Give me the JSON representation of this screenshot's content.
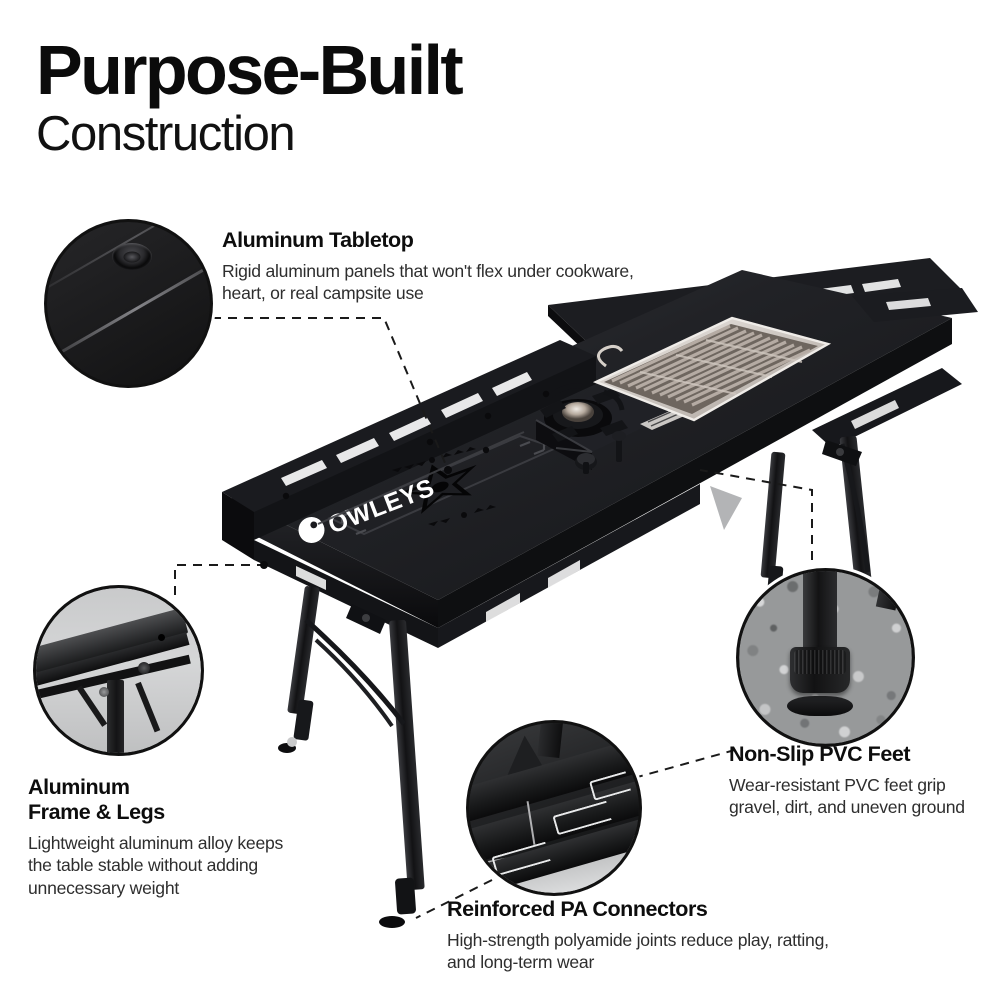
{
  "heading": {
    "title": "Purpose-Built",
    "subtitle": "Construction"
  },
  "brand": {
    "name": "OWLEYS",
    "logo_icon": "owl-mark-icon"
  },
  "colors": {
    "background": "#ffffff",
    "text_primary": "#0d0d0d",
    "text_body": "#2e2e2e",
    "product_black": "#16171a",
    "gravel_gray": "#97999a",
    "steel_grate": "#c9bfb8",
    "leader_line": "#1a1a1a"
  },
  "callouts": [
    {
      "id": "tabletop",
      "title": "Aluminum Tabletop",
      "body": "Rigid aluminum panels that won't flex under cookware, heart, or real campsite use",
      "detail_icon": "tabletop-grommet-detail"
    },
    {
      "id": "frame",
      "title": "Aluminum\nFrame & Legs",
      "title_line1": "Aluminum",
      "title_line2": "Frame & Legs",
      "body": "Lightweight aluminum alloy keeps the table stable without adding unnecessary weight",
      "detail_icon": "frame-leg-joint-detail"
    },
    {
      "id": "pvc_feet",
      "title": "Non-Slip PVC Feet",
      "body": "Wear-resistant PVC feet grip gravel, dirt, and uneven ground",
      "detail_icon": "pvc-foot-on-gravel-detail"
    },
    {
      "id": "pa_connectors",
      "title": "Reinforced PA Connectors",
      "body": "High-strength polyamide joints reduce play, ratting, and long-term wear",
      "detail_icon": "pa-connector-detail"
    }
  ],
  "product": {
    "name": "folding-camp-table-with-grill",
    "features": [
      "aluminum-tabletop-panels",
      "gas-burner",
      "stainless-steel-grill-grate",
      "perforated-side-rails",
      "folding-aluminum-legs",
      "pvc-non-slip-feet",
      "star-pattern-panel"
    ]
  }
}
